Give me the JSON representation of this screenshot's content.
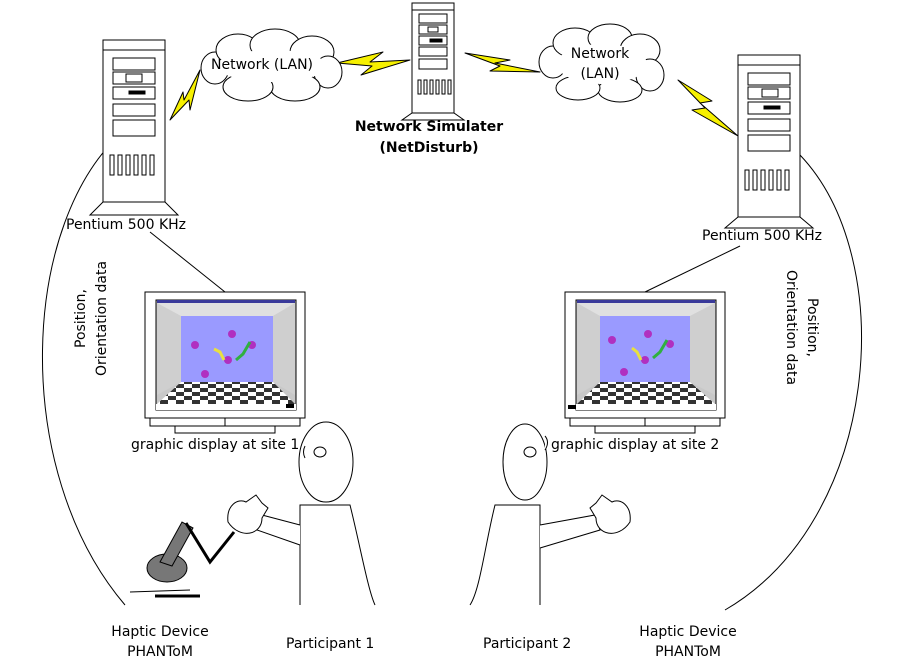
{
  "labels": {
    "network_left": "Network (LAN)",
    "network_right_line1": "Network",
    "network_right_line2": "(LAN)",
    "simulator_line1": "Network Simulater",
    "simulator_line2": "(NetDisturb)",
    "pc_left": "Pentium 500 KHz",
    "pc_right": "Pentium 500 KHz",
    "data_left_line1": "Position,",
    "data_left_line2": "Orientation data",
    "data_right_line1": "Position,",
    "data_right_line2": "Orientation data",
    "display_left": "graphic display at site 1",
    "display_right": "graphic display at site 2",
    "haptic_left_line1": "Haptic Device",
    "haptic_left_line2": "PHANToM",
    "haptic_right_line1": "Haptic Device",
    "haptic_right_line2": "PHANToM",
    "participant_1": "Participant 1",
    "participant_2": "Participant 2"
  },
  "colors": {
    "lightning": "#f6f000",
    "screen_bg": "#9a9aff",
    "object_purple": "#b030c0",
    "object_yellow": "#e8e040",
    "object_green": "#30b040",
    "haptic_gray": "#777777"
  }
}
